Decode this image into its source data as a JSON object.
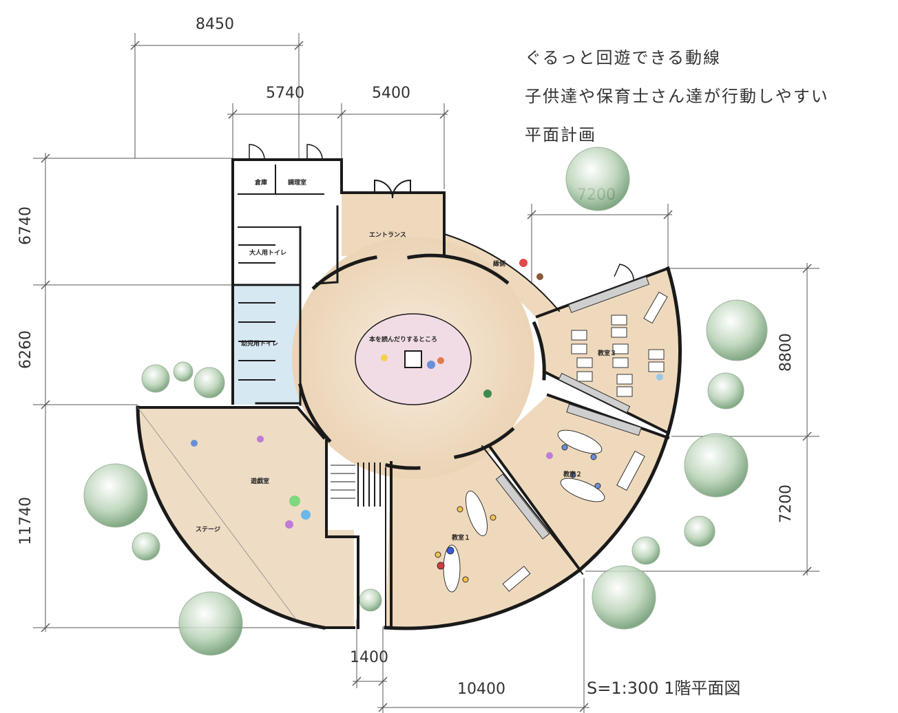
{
  "notes": {
    "line1": "ぐるっと回遊できる動線",
    "line2": "子供達や保育士さん達が行動しやすい",
    "line3": "平面計画"
  },
  "scale_label": "S=1:300 1階平面図",
  "dimensions": {
    "top_overall": "8450",
    "top_left": "5740",
    "top_right": "5400",
    "left_top": "6740",
    "left_mid": "6260",
    "left_bottom": "11740",
    "right_top_width": "7200",
    "right_upper": "8800",
    "right_lower": "7200",
    "bottom_small": "1400",
    "bottom_wide": "10400"
  },
  "rooms": {
    "storage": "倉庫",
    "kitchen": "調理室",
    "adult_toilet": "大人用トイレ",
    "child_toilet": "幼児用トイレ",
    "entrance": "エントランス",
    "veranda": "縁側",
    "reading_area": "本を読んだりするところ",
    "classroom3": "教室３",
    "classroom2": "教室２",
    "classroom1": "教室１",
    "playroom": "遊戯室",
    "stage": "ステージ"
  },
  "colors": {
    "floor_wood": "#efd9bd",
    "toilet_blue": "#d6e8f2",
    "reading_pink": "#f1dbe4",
    "wall": "#1a1a1a",
    "tree_green": "#8fb28f"
  }
}
